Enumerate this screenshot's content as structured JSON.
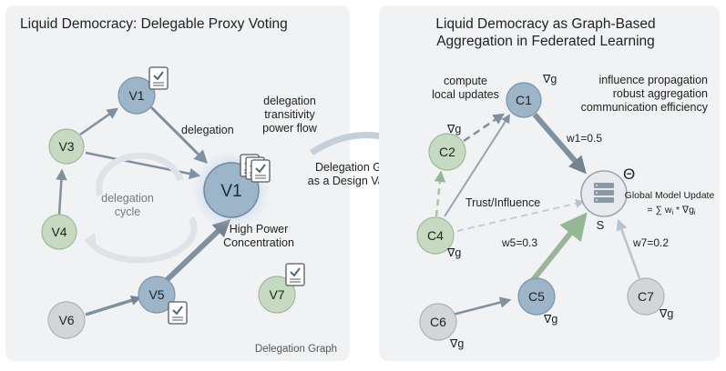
{
  "left_panel": {
    "title": "Liquid Democracy: Delegable Proxy Voting",
    "nodes": {
      "v1_top": "V1",
      "v3": "V3",
      "v4": "V4",
      "v1_center": "V1",
      "v5": "V5",
      "v6": "V6",
      "v7": "V7"
    },
    "annotations": {
      "concepts": [
        "delegation",
        "transitivity",
        "power flow"
      ],
      "delegation_label": "delegation",
      "cycle": [
        "delegation",
        "cycle"
      ],
      "power": [
        "High Power",
        "Concentration"
      ],
      "footer": "Delegation Graph"
    }
  },
  "bridge": {
    "label": [
      "Delegation Graph",
      "as a Design Variable"
    ]
  },
  "right_panel": {
    "title": [
      "Liquid Democracy as Graph-Based",
      "Aggregation in Federated Learning"
    ],
    "nodes": {
      "c1": "C1",
      "c2": "C2",
      "c4": "C4",
      "c5": "C5",
      "c6": "C6",
      "c7": "C7"
    },
    "grad": "∇g",
    "annotations": {
      "compute": [
        "compute",
        "local updates"
      ],
      "goals": [
        "influence propagation",
        "robust aggregation",
        "communication efficiency"
      ],
      "w1": "w1=0.5",
      "w5": "w5=0.3",
      "w7": "w7=0.2",
      "trust": "Trust/Influence",
      "theta": "Θ",
      "server": "S",
      "global_update": "Global Model Update",
      "formula_prefix": "= ∑ w",
      "formula_sub1": "i",
      "formula_mid": " * ∇g",
      "formula_sub2": "i"
    }
  },
  "colors": {
    "panel_bg": "#f1f2f3",
    "green_node": "#c5dac1",
    "blue_node": "#9db5c8",
    "gray_node": "#d4d5d7",
    "edge": "#7f909f",
    "edge_light": "#b7c4cf",
    "dashed_green": "#a7c3a5",
    "text": "#222222"
  }
}
